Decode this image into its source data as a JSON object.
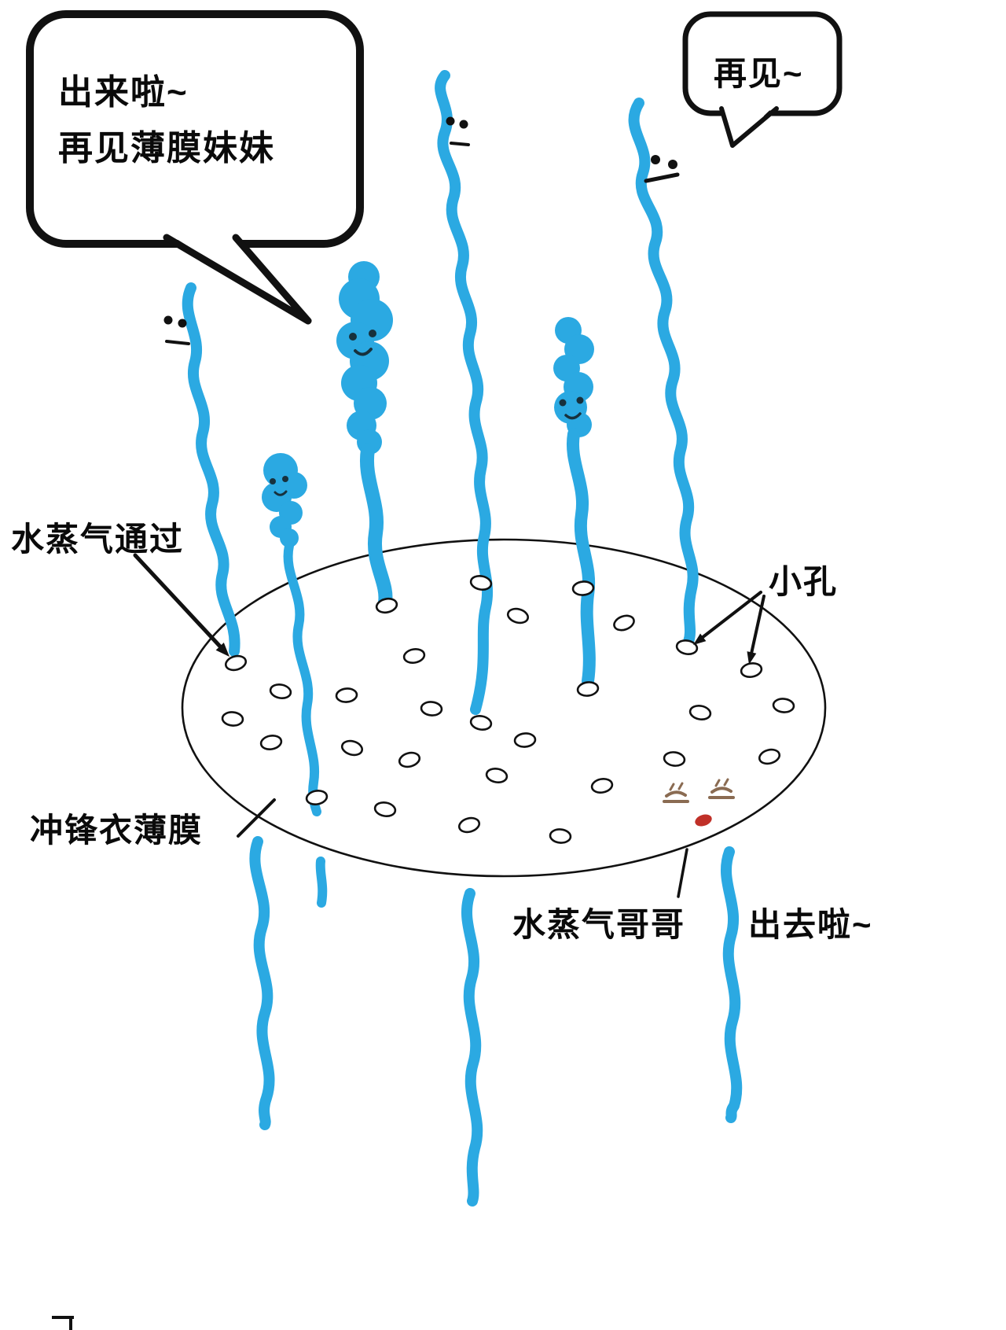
{
  "bubbles": {
    "left": {
      "line1": "出来啦~",
      "line2": "再见薄膜妹妹"
    },
    "right": {
      "text": "再见~"
    }
  },
  "labels": {
    "vapor_pass": "水蒸气通过",
    "small_holes": "小孔",
    "membrane": "冲锋衣薄膜",
    "vapor_brother": "水蒸气哥哥",
    "going_out": "出去啦~"
  },
  "icons": {
    "vapor_stream": "blue-squiggle-vapor-icon",
    "vapor_cloud": "blue-cloud-vapor-icon",
    "membrane_hole": "hand-drawn-hole-icon",
    "pointer_arrow": "black-arrow-icon"
  },
  "colors": {
    "vapor_blue": "#2BA9E2",
    "outline": "#111111",
    "tongue_red": "#C03028",
    "eye_brown": "#8A6B52"
  }
}
